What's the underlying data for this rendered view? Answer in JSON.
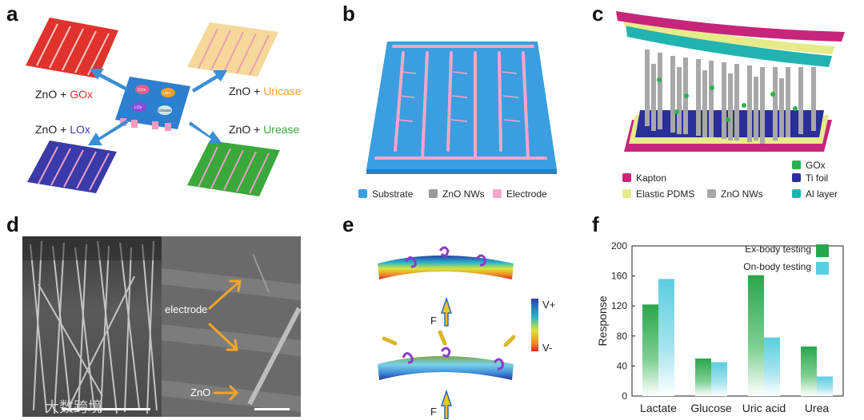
{
  "panels": {
    "a": "a",
    "b": "b",
    "c": "c",
    "d": "d",
    "e": "e",
    "f": "f"
  },
  "panel_a": {
    "labels": [
      {
        "prefix": "ZnO + ",
        "enzyme": "GOx",
        "color": "#e0332e"
      },
      {
        "prefix": "ZnO + ",
        "enzyme": "Uricase",
        "color": "#f0a030"
      },
      {
        "prefix": "ZnO + ",
        "enzyme": "LOx",
        "color": "#3a3aa8"
      },
      {
        "prefix": "ZnO + ",
        "enzyme": "Urease",
        "color": "#3aa83a"
      }
    ],
    "center_tags": [
      "GOx",
      "Uric",
      "LOx",
      "Urease"
    ]
  },
  "panel_b": {
    "legend": [
      {
        "label": "Substrate",
        "color": "#3a9ee0"
      },
      {
        "label": "ZnO NWs",
        "color": "#999999"
      },
      {
        "label": "Electrode",
        "color": "#f5a6c8"
      }
    ]
  },
  "panel_c": {
    "legend": [
      {
        "label": "GOx",
        "color": "#2fb04f"
      },
      {
        "label": "Kapton",
        "color": "#c6267a"
      },
      {
        "label": "Ti foil",
        "color": "#2a2f9a"
      },
      {
        "label": "Elastic PDMS",
        "color": "#e6eb8a"
      },
      {
        "label": "ZnO NWs",
        "color": "#a8a8a8"
      },
      {
        "label": "Al layer",
        "color": "#22b3b0"
      }
    ]
  },
  "panel_d": {
    "electrode_label": "electrode",
    "zno_label": "ZnO",
    "watermark": "大数跨境"
  },
  "panel_e": {
    "force_label": "F",
    "scale_top": "V+",
    "scale_bottom": "V-"
  },
  "chart_data": {
    "type": "bar",
    "categories": [
      "Lactate",
      "Glucose",
      "Uric acid",
      "Urea"
    ],
    "series": [
      {
        "name": "Ex-body testing",
        "values": [
          122,
          50,
          161,
          66
        ],
        "color": "#2aa64c"
      },
      {
        "name": "On-body testing",
        "values": [
          156,
          45,
          78,
          26
        ],
        "color": "#5bcde0"
      }
    ],
    "ylabel": "Response",
    "ylim": [
      0,
      200
    ],
    "yticks": [
      "0",
      "40",
      "80",
      "120",
      "160",
      "200"
    ],
    "legend_position": "top-right"
  }
}
